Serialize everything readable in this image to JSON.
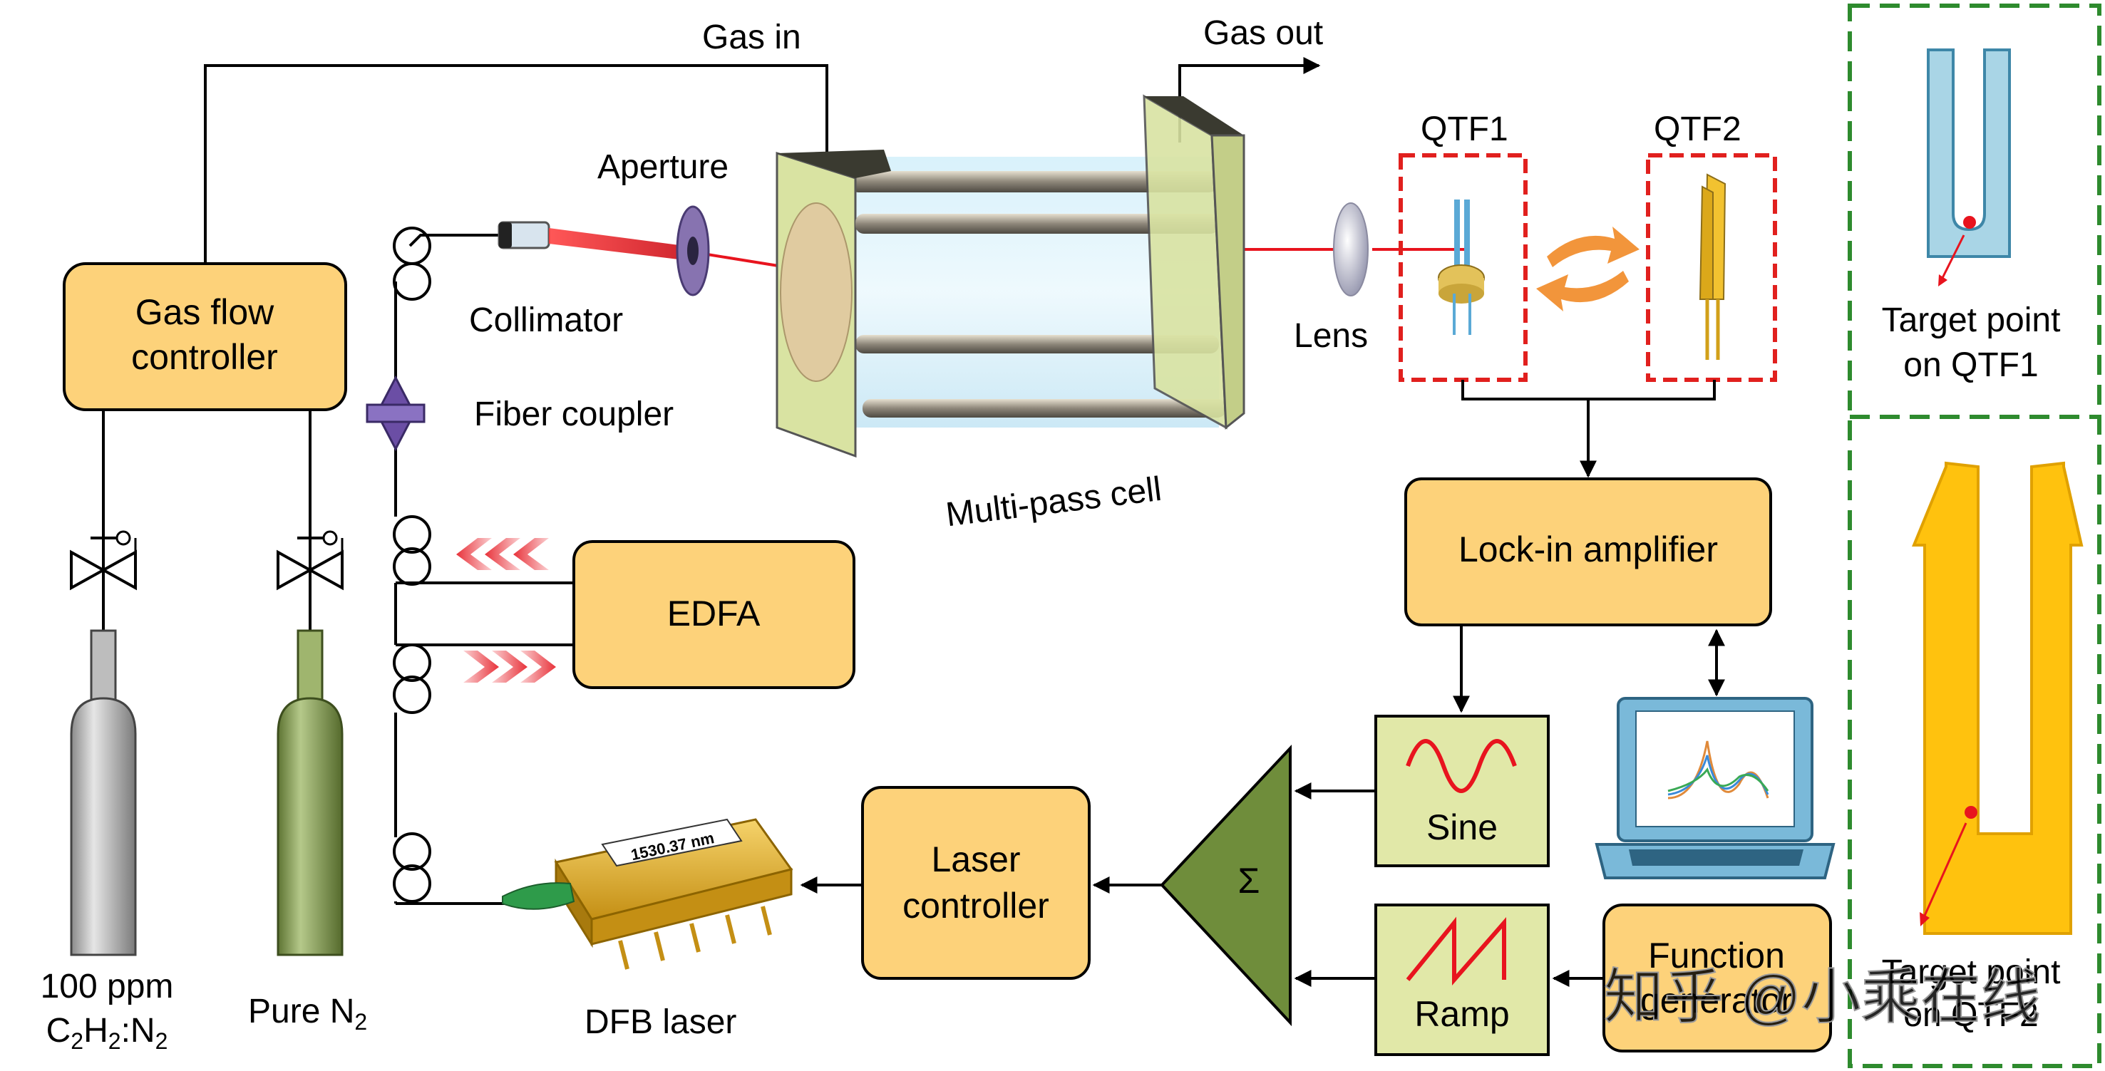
{
  "blocks": {
    "gas_flow_controller": {
      "line1": "Gas flow",
      "line2": "controller"
    },
    "edfa": "EDFA",
    "lockin": "Lock-in amplifier",
    "laser_controller": {
      "line1": "Laser",
      "line2": "controller"
    },
    "function_generator": {
      "line1": "Function",
      "line2": "generator"
    },
    "sine": "Sine",
    "ramp": "Ramp",
    "summer": "Σ"
  },
  "labels": {
    "gas_in": "Gas in",
    "gas_out": "Gas out",
    "aperture": "Aperture",
    "collimator": "Collimator",
    "fiber_coupler": "Fiber coupler",
    "multipass": "Multi-pass cell",
    "lens": "Lens",
    "qtf1": "QTF1",
    "qtf2": "QTF2",
    "dfb": "DFB laser",
    "dfb_wavelength": "1530.37 nm",
    "cyl1_l1": "100 ppm",
    "cyl1_l2_a": "C",
    "cyl1_l2_sub1": "2",
    "cyl1_l2_b": "H",
    "cyl1_l2_sub2": "2",
    "cyl1_l2_c": ":N",
    "cyl1_l2_sub3": "2",
    "cyl2_a": "Pure N",
    "cyl2_sub": "2",
    "target1_l1": "Target point",
    "target1_l2": "on QTF1",
    "target2_l1": "Target point",
    "target2_l2": "on QTF2"
  },
  "watermark": "知乎 @小乘在线",
  "colors": {
    "block_fill": "#fdd27a",
    "signal_fill": "#e1e8a8",
    "summer_fill": "#6f8d3b",
    "laser_beam": "#e8141e",
    "qtf_box": "#e1201e",
    "panel_border": "#2e8b2e",
    "qtf1_fill": "#a9d5e6",
    "qtf2_fill": "#ffc20e"
  },
  "icons": [
    "valve-icon",
    "gas-cylinder-icon",
    "fiber-loop-icon",
    "laptop-icon",
    "sine-wave-icon",
    "ramp-wave-icon",
    "lens-icon",
    "aperture-icon",
    "collimator-icon",
    "dfb-laser-icon",
    "direction-chevrons-icon",
    "swap-arrows-icon"
  ]
}
